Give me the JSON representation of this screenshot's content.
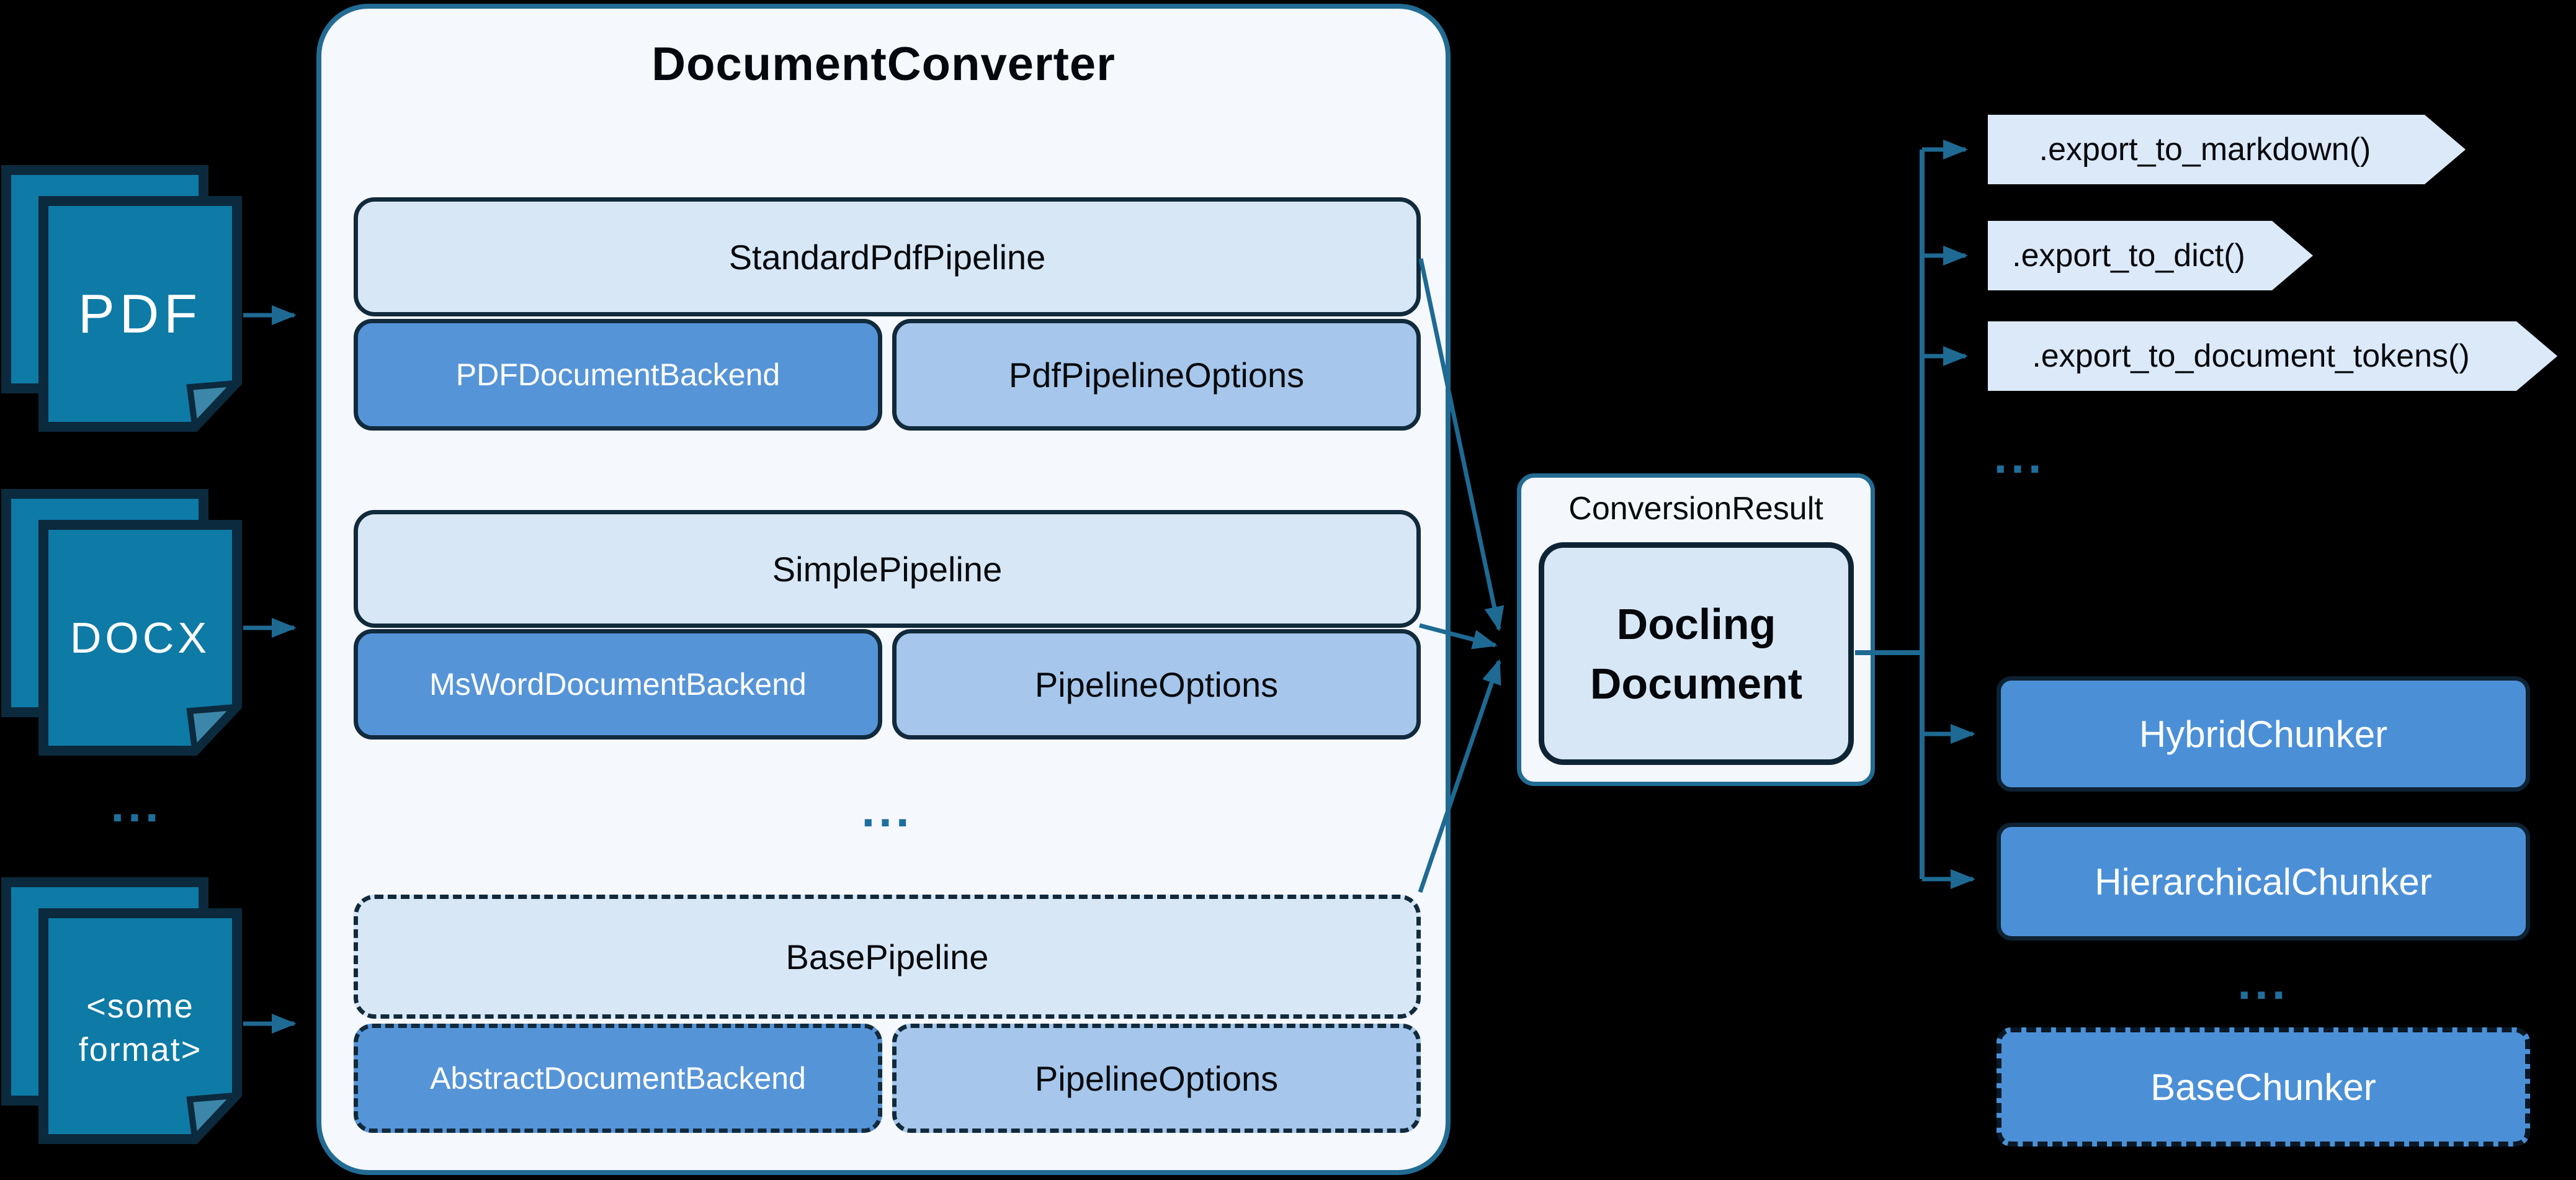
{
  "colors": {
    "background": "#000000",
    "accent_teal": "#1e6a93",
    "icon_fill": "#0e7aa6",
    "pipeline_light": "#d8e7f5",
    "backend_blue": "#5694d8",
    "options_blue": "#a6c7eb",
    "chunker_blue": "#4b90d7",
    "chevron_fill": "#dbe9f8",
    "panel_fill": "#f5f8fd",
    "dark_border": "#112a3c"
  },
  "inputs": {
    "items": [
      {
        "label": "PDF"
      },
      {
        "label": "DOCX"
      },
      {
        "label": "<some format>",
        "line1": "<some",
        "line2": "format>"
      }
    ],
    "ellipsis": "..."
  },
  "converter": {
    "title": "DocumentConverter",
    "pipelines": [
      {
        "name": "StandardPdfPipeline",
        "backend": "PDFDocumentBackend",
        "options": "PdfPipelineOptions"
      },
      {
        "name": "SimplePipeline",
        "backend": "MsWordDocumentBackend",
        "options": "PipelineOptions"
      },
      {
        "name": "BasePipeline",
        "backend": "AbstractDocumentBackend",
        "options": "PipelineOptions"
      }
    ],
    "ellipsis": "..."
  },
  "result": {
    "label": "ConversionResult",
    "document_line1": "Docling",
    "document_line2": "Document"
  },
  "exports": {
    "items": [
      {
        "label": ".export_to_markdown()"
      },
      {
        "label": ".export_to_dict()"
      },
      {
        "label": ".export_to_document_tokens()"
      }
    ],
    "ellipsis": "..."
  },
  "chunkers": {
    "items": [
      {
        "label": "HybridChunker"
      },
      {
        "label": "HierarchicalChunker"
      }
    ],
    "ellipsis": "...",
    "base": {
      "label": "BaseChunker"
    }
  }
}
